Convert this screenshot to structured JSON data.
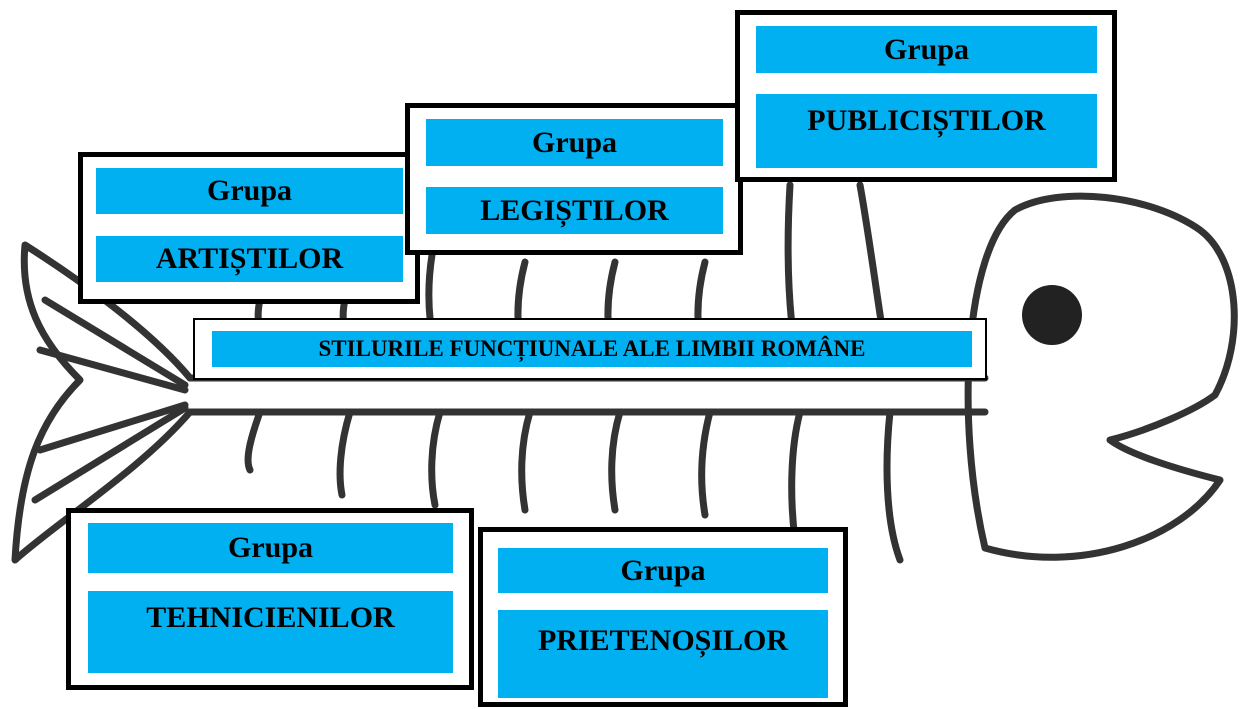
{
  "title": "STILURILE FUNCȚIUNALE ALE LIMBII ROMÂNE",
  "groups": [
    {
      "label": "Grupa",
      "name": "ARTIȘTILOR"
    },
    {
      "label": "Grupa",
      "name": "LEGIȘTILOR"
    },
    {
      "label": "Grupa",
      "name": "PUBLICIȘTILOR"
    },
    {
      "label": "Grupa",
      "name": "TEHNICIENILOR"
    },
    {
      "label": "Grupa",
      "name": "PRIETENOȘILOR"
    }
  ],
  "colors": {
    "band": "#00b0f0",
    "outline": "#333333"
  }
}
